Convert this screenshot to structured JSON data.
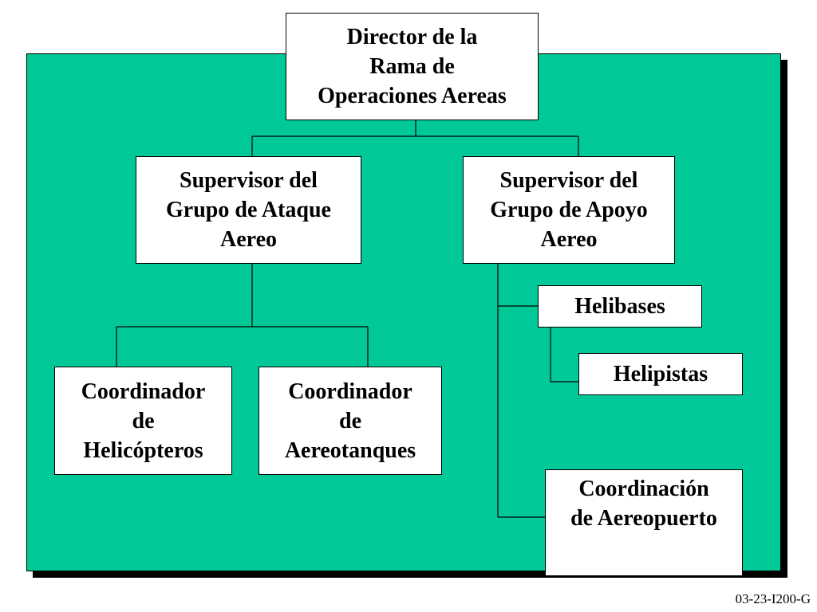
{
  "org_chart": {
    "director": {
      "lines": [
        "Director de la",
        "Rama de",
        "Operaciones Aereas"
      ]
    },
    "attack_supervisor": {
      "lines": [
        "Supervisor del",
        "Grupo de Ataque",
        "Aereo"
      ]
    },
    "support_supervisor": {
      "lines": [
        "Supervisor del",
        "Grupo de Apoyo",
        "Aereo"
      ]
    },
    "helicopter_coordinator": {
      "lines": [
        "Coordinador",
        "de",
        "Helicópteros"
      ]
    },
    "airtanker_coordinator": {
      "lines": [
        "Coordinador",
        "de",
        "Aereotanques"
      ]
    },
    "helibases": {
      "lines": [
        "Helibases"
      ]
    },
    "helispots": {
      "lines": [
        "Helipistas"
      ]
    },
    "airport_coordination": {
      "lines": [
        "Coordinación",
        "de Aereopuerto"
      ]
    }
  },
  "footer": {
    "code": "03-23-I200-G"
  },
  "colors": {
    "panel": "#00c896",
    "box": "#ffffff",
    "line": "#000000"
  }
}
